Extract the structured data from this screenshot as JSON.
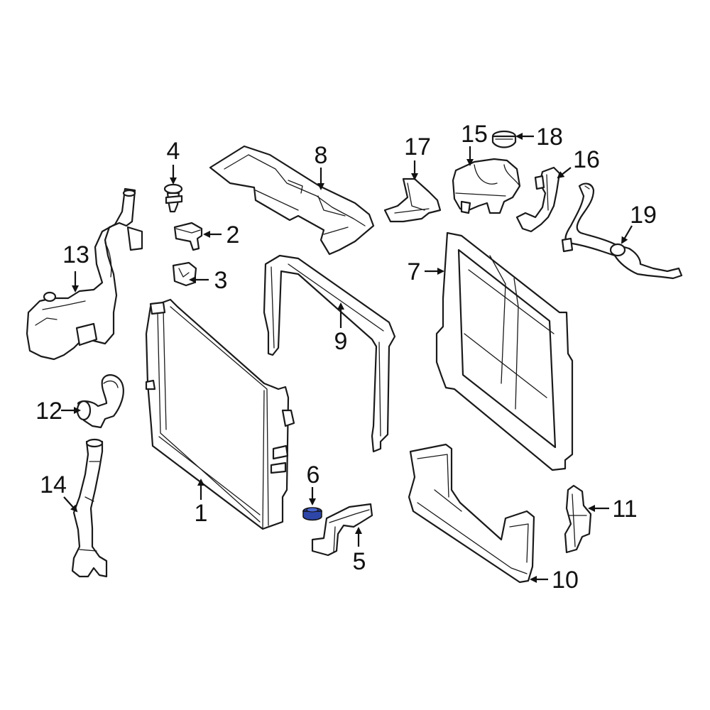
{
  "highlight_color": "#2e46a8",
  "callouts": {
    "c1": "1",
    "c2": "2",
    "c3": "3",
    "c4": "4",
    "c5": "5",
    "c6": "6",
    "c7": "7",
    "c8": "8",
    "c9": "9",
    "c10": "10",
    "c11": "11",
    "c12": "12",
    "c13": "13",
    "c14": "14",
    "c15": "15",
    "c16": "16",
    "c17": "17",
    "c18": "18",
    "c19": "19"
  }
}
